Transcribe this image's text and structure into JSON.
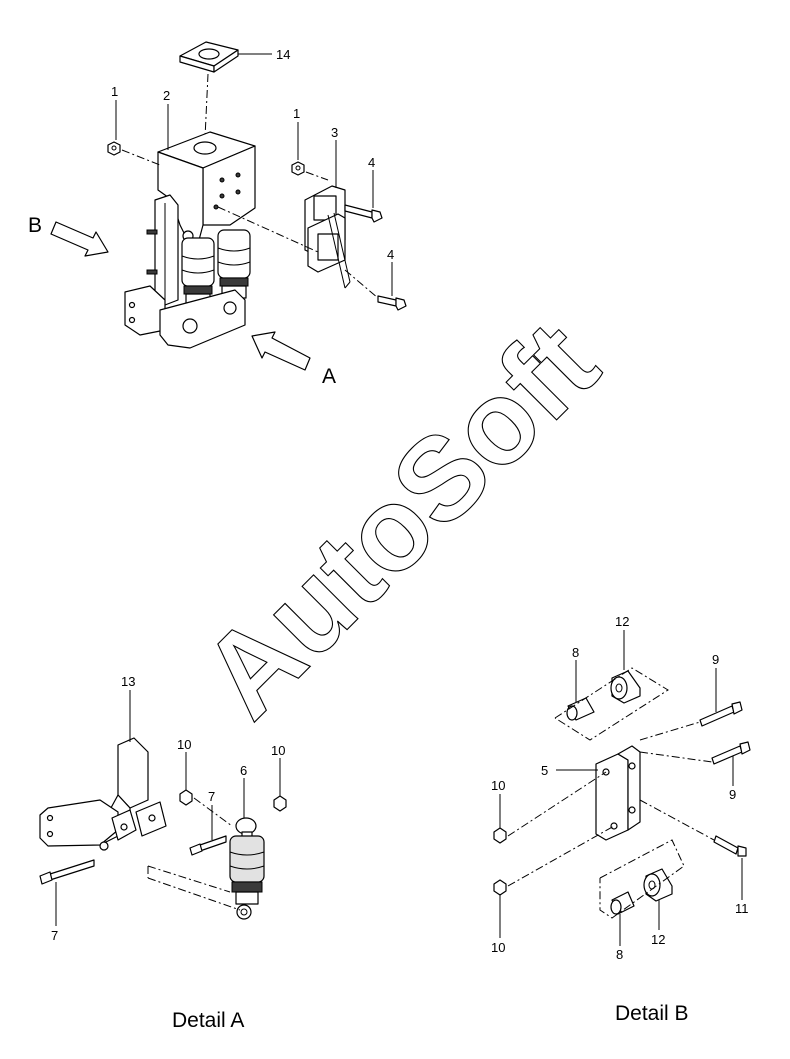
{
  "watermark": "AutoSoft",
  "view_arrows": {
    "a": "A",
    "b": "B"
  },
  "details": {
    "a": "Detail A",
    "b": "Detail B"
  },
  "callouts": {
    "c14": "14",
    "c2": "2",
    "c1a": "1",
    "c1b": "1",
    "c3": "3",
    "c4a": "4",
    "c4b": "4",
    "c13": "13",
    "c10a": "10",
    "c10b": "10",
    "c6": "6",
    "c7a": "7",
    "c7b": "7",
    "c12a": "12",
    "c8a": "8",
    "c9a": "9",
    "c9b": "9",
    "c5": "5",
    "c10c": "10",
    "c10d": "10",
    "c11": "11",
    "c8b": "8",
    "c12b": "12"
  }
}
